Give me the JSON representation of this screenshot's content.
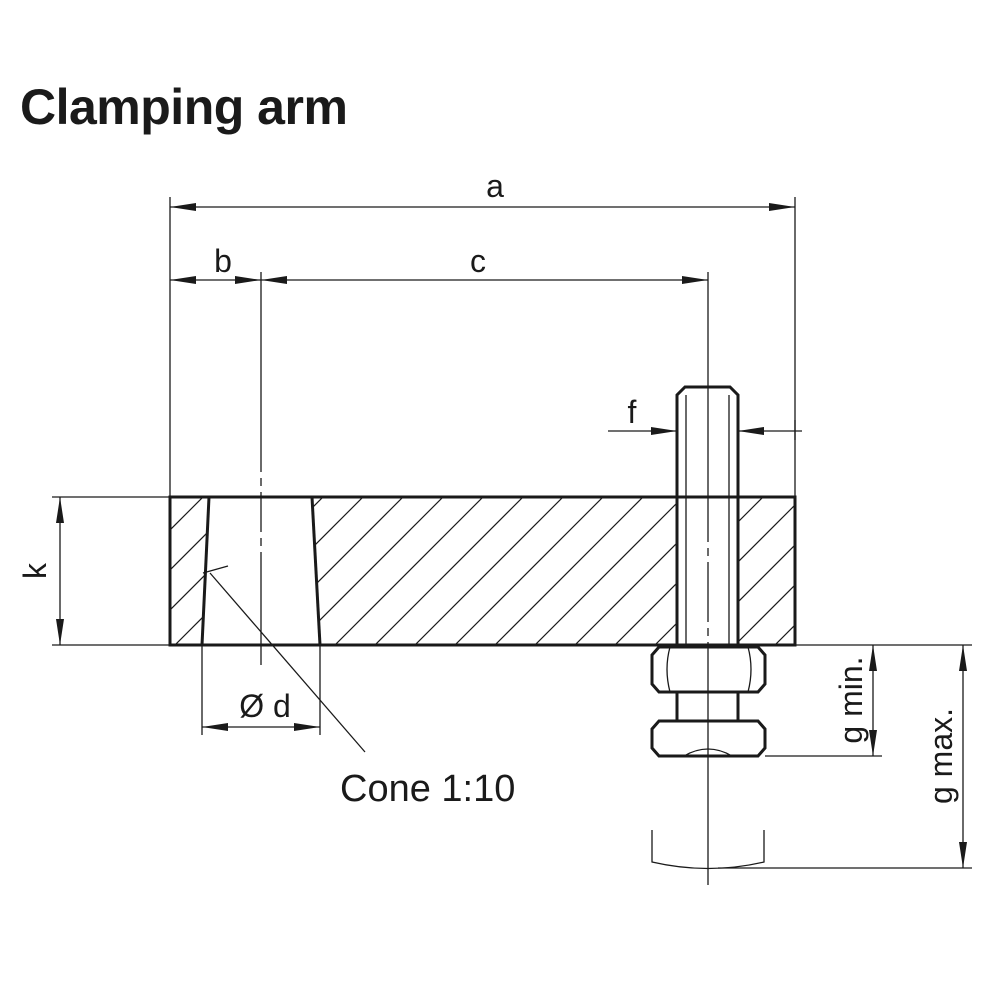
{
  "title": "Clamping arm",
  "labels": {
    "a": "a",
    "b": "b",
    "c": "c",
    "f": "f",
    "k": "k",
    "d": "Ø d",
    "cone": "Cone 1:10",
    "g_min": "g min.",
    "g_max": "g max."
  }
}
